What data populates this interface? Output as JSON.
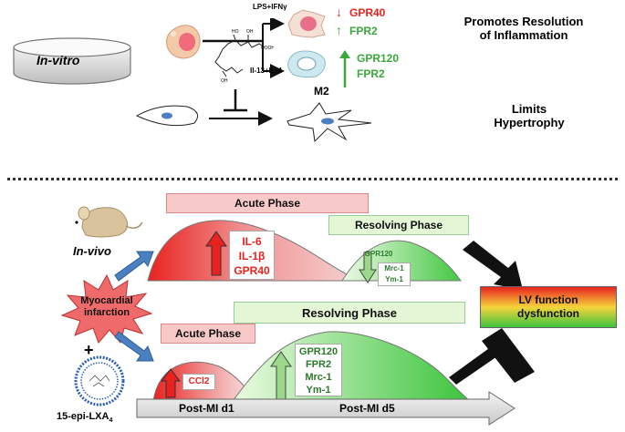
{
  "in_vitro": {
    "label": "In-vitro",
    "stimulus_top": "LPS+IFNγ",
    "stimulus_bottom": "Il-13+IL-4",
    "m2_label": "M2",
    "receptors_top": [
      "GPR40",
      "FPR2"
    ],
    "receptors_bottom": [
      "GPR120",
      "FPR2"
    ],
    "promotes_line1": "Promotes Resolution",
    "promotes_line2": "of Inflammation",
    "limits_line1": "Limits",
    "limits_line2": "Hypertrophy"
  },
  "in_vivo": {
    "label": "In-vivo",
    "mi_line1": "Myocardial",
    "mi_line2": "infarction",
    "plus": "+",
    "compound": "15-epi-LXA",
    "compound_sub": "4",
    "upper": {
      "acute_phase": "Acute Phase",
      "resolving_phase": "Resolving Phase",
      "markers_acute": [
        "IL-6",
        "IL-1β",
        "GPR40"
      ],
      "markers_resolving": [
        "GPR120",
        "Mrc-1",
        "Ym-1"
      ]
    },
    "lower": {
      "acute_phase": "Acute Phase",
      "resolving_phase": "Resolving Phase",
      "markers_acute": [
        "CCl2"
      ],
      "markers_resolving": [
        "GPR120",
        "FPR2",
        "Mrc-1",
        "Ym-1"
      ]
    },
    "lv_line1": "LV function",
    "lv_line2": "dysfunction",
    "timeline_d1": "Post-MI d1",
    "timeline_d5": "Post-MI d5"
  },
  "colors": {
    "red": "#e8231f",
    "green": "#3aa83a",
    "blue_arrow": "#4a7fc1"
  }
}
